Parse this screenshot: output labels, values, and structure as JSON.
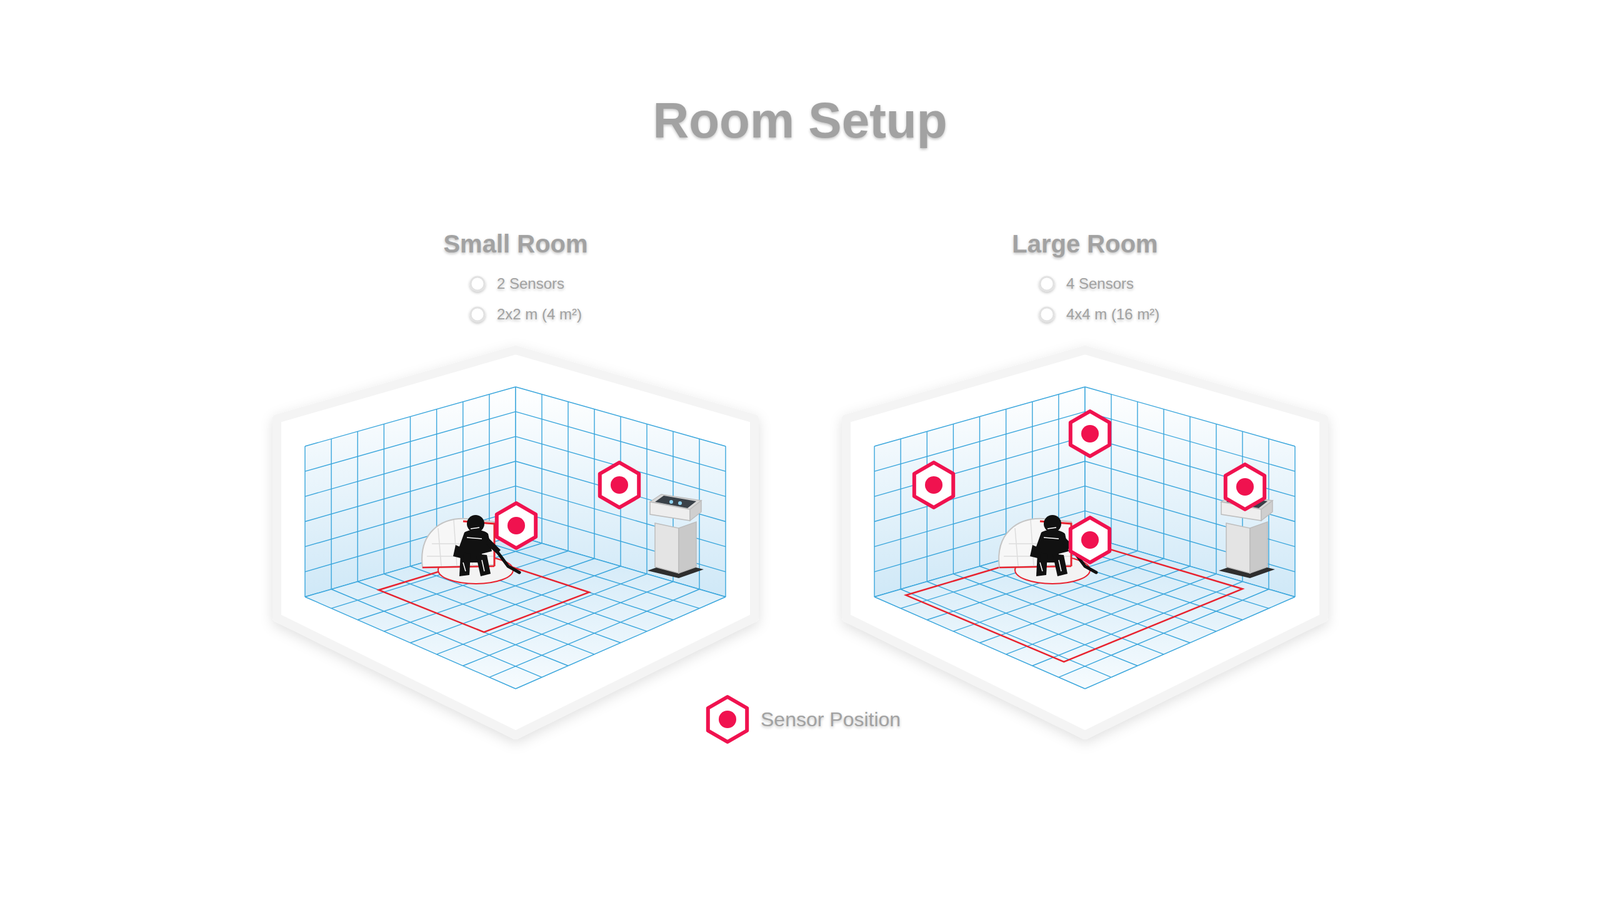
{
  "diagram": {
    "title": "Room Setup",
    "nodes": [
      {
        "text": [
          "Small Room",
          "2 Sensors",
          "2x2 m (4 m²)"
        ]
      },
      {
        "text": [
          "Large Room",
          "4 Sensors",
          "4x4 m (16 m²)"
        ]
      }
    ],
    "legend": [
      {
        "text": "Sensor Position"
      }
    ]
  }
}
